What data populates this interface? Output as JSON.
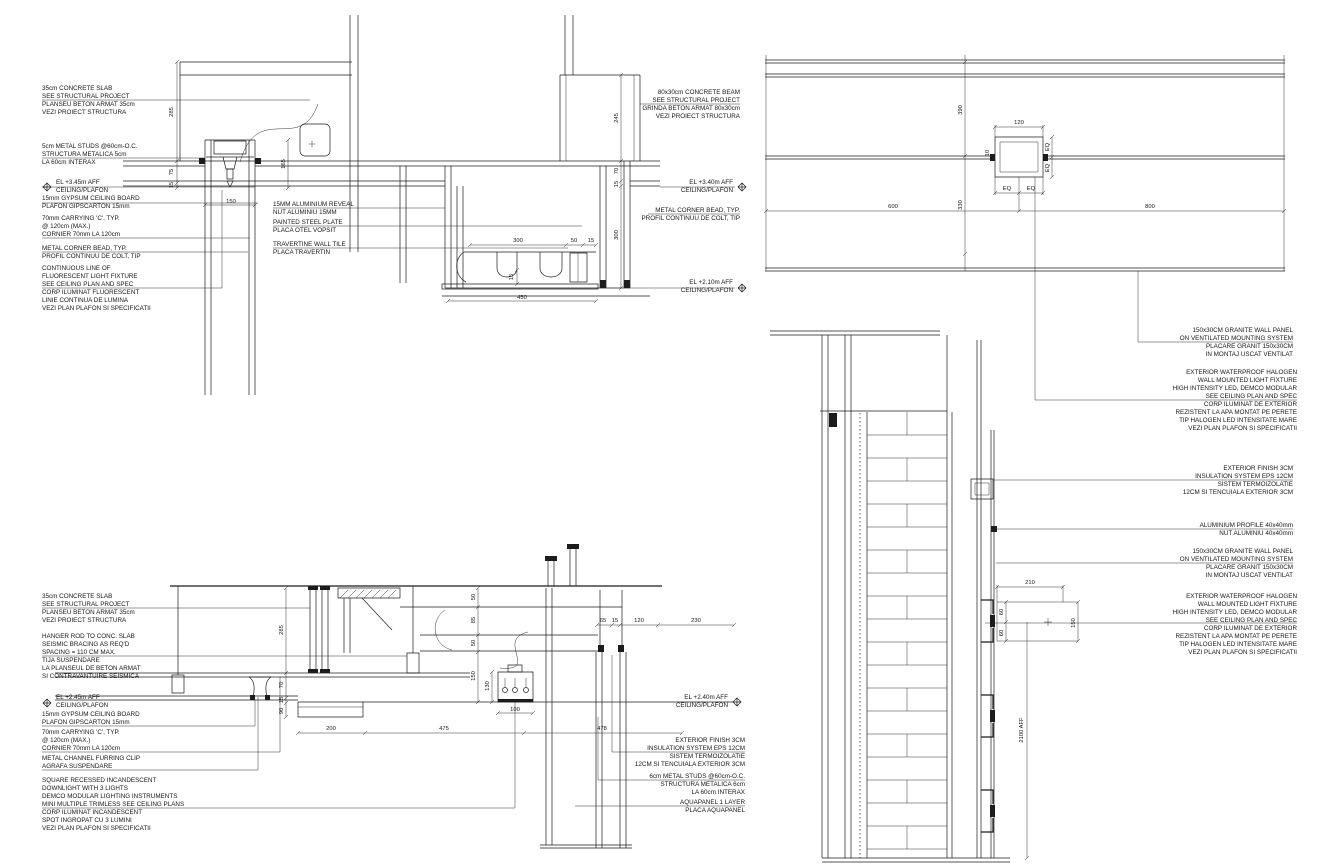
{
  "shared": {
    "granite_panel": [
      "150x30CM GRANITE WALL PANEL",
      "ON VENTILATED MOUNTING SYSTEM",
      "PLACARE GRANIT 150x30CM",
      "IN MONTAJ USCAT VENTILAT"
    ],
    "halogen_light": [
      "EXTERIOR WATERPROOF HALOGEN",
      "WALL MOUNTED LIGHT FIXTURE",
      "HIGH INTENSITY LED, DEMCO MODULAR",
      "SEE CEILING PLAN AND SPEC",
      "CORP ILUMINAT DE EXTERIOR",
      "REZISTENT LA APA MONTAT PE PERETE",
      "TIP HALOGEN LED INTENSITATE MARE",
      "VEZI PLAN PLAFON SI SPECIFICATII"
    ],
    "ext_finish": [
      "EXTERIOR FINISH 3CM",
      "INSULATION SYSTEM EPS 12CM",
      "SISTEM TERMOIZOLATIE",
      "12CM SI TENCUIALA EXTERIOR 3CM"
    ]
  },
  "d1": {
    "labels": {
      "slab": [
        "35cm CONCRETE SLAB",
        "SEE STRUCTURAL PROJECT",
        "PLANSEU BETON ARMAT 35cm",
        "VEZI PROIECT STRUCTURA"
      ],
      "studs": [
        "5cm METAL STUDS @60cm-O.C.",
        "STRUCTURA METALICA 5cm",
        "LA 60cm INTERAX"
      ],
      "el_345_left": [
        "EL +3.45m AFF",
        "CEILING/PLAFON"
      ],
      "gypsum": [
        "15mm GYPSUM CEILING BOARD",
        "PLAFON GIPSCARTON 15mm"
      ],
      "carrying": [
        "70mm CARRYING 'C', TYP.",
        "@ 120cm (MAX.)",
        "CORNIER 70mm LA 120cm"
      ],
      "corner_bead_left": [
        "METAL CORNER BEAD, TYP.",
        "PROFIL CONTINUU DE COLT, TIP"
      ],
      "fluorescent": [
        "CONTINUOUS LINE OF",
        "FLUORESCENT LIGHT FIXTURE",
        "SEE CEILING PLAN AND SPEC",
        "CORP ILUMINAT FLUORESCENT",
        "LINIE CONTINUA DE LUMINA",
        "VEZI PLAN PLAFON SI SPECIFICATII"
      ],
      "reveal": [
        "15MM ALUMINIUM REVEAL",
        "NUT ALUMINIU 15MM"
      ],
      "steel_plate": [
        "PAINTED STEEL PLATE",
        "PLACA OTEL VOPSIT"
      ],
      "travertine": [
        "TRAVERTINE WALL TILE",
        "PLACA TRAVERTIN"
      ],
      "beam": [
        "80x30cm CONCRETE BEAM",
        "SEE STRUCTURAL PROJECT",
        "GRINDA BETON ARMAT 80x30cm",
        "VEZI PROIECT STRUCTURA"
      ],
      "el_340_right": [
        "EL +3.40m AFF",
        "CEILING/PLAFON"
      ],
      "corner_bead_right": [
        "METAL CORNER BEAD, TYP.",
        "PROFIL CONTINUU DE COLT, TIP"
      ],
      "el_210": [
        "EL +2.10m AFF",
        "CEILING/PLAFON"
      ]
    },
    "dims": {
      "h285": "285",
      "h75": "75",
      "h15": "15",
      "w150": "150",
      "v165": "165",
      "c245": "245",
      "c70": "70",
      "c15": "15",
      "c300": "300",
      "cove300": "300",
      "cove50": "50",
      "cove15": "15",
      "plate15": "15",
      "total450": "450"
    }
  },
  "d2": {
    "dims": {
      "v390": "390",
      "v330": "330",
      "h600": "600",
      "h800": "800",
      "w120": "120",
      "eq": "EQ",
      "j10": "10"
    }
  },
  "d3": {
    "labels": {
      "slab": [
        "35cm CONCRETE SLAB",
        "SEE STRUCTURAL PROJECT",
        "PLANSEU BETON ARMAT 35cm",
        "VEZI PROIECT STRUCTURA"
      ],
      "hanger": [
        "HANGER ROD TO CONC. SLAB",
        "SEISMIC BRACING AS REQ'D",
        "SPACING = 110 CM MAX.",
        "TIJA SUSPENDARE",
        "LA PLANSEUL DE BETON ARMAT",
        "SI CONTRAVANTUIRE SEISMICA"
      ],
      "el_245": [
        "EL +2.45m AFF",
        "CEILING/PLAFON"
      ],
      "gypsum": [
        "15mm GYPSUM CEILING BOARD",
        "PLAFON GIPSCARTON 15mm"
      ],
      "carrying": [
        "70mm CARRYING 'C', TYP.",
        "@ 120cm (MAX.)",
        "CORNIER 70mm LA 120cm"
      ],
      "furring_clip": [
        "METAL CHANNEL FURRING CLIP",
        "AGRAFA SUSPENDARE"
      ],
      "downlight": [
        "SQUARE RECESSED INCANDESCENT",
        "DOWNLIGHT WITH 3 LIGHTS",
        "DEMCO MODULAR LIGHTING INSTRUMENTS",
        "MINI MULTIPLE TRIMLESS SEE CEILING PLANS",
        "CORP ILUMINAT INCANDESCENT",
        "SPOT INGROPAT CU 3 LUMINI",
        "VEZI PLAN PLAFON SI SPECIFICATII"
      ],
      "el_240": [
        "EL +2.40m AFF",
        "CEILING/PLAFON"
      ],
      "metal_studs": [
        "6cm METAL STUDS @60cm-O.C.",
        "STRUCTURA METALICA 6cm",
        "LA 60cm INTERAX"
      ],
      "aquapanel": [
        "AQUAPANEL 1 LAYER",
        "PLACA AQUAPANEL"
      ]
    },
    "dims": {
      "v285": "285",
      "v70": "70",
      "v15": "15",
      "v90": "90",
      "h200": "200",
      "h475": "475",
      "h478": "478",
      "s50a": "50",
      "s85": "85",
      "s50b": "50",
      "s150": "150",
      "dl130": "130",
      "dl100": "100",
      "r65": "65",
      "r15": "15",
      "r120": "120",
      "r230": "230"
    }
  },
  "d4": {
    "labels": {
      "alum_profile": [
        "ALUMINIUM PROFILE 40x40mm",
        "NUT ALUMINIU 40x40mm"
      ]
    },
    "dims": {
      "w210": "210",
      "e60": "60",
      "h150": "150",
      "aff": "2100 AFF"
    }
  }
}
